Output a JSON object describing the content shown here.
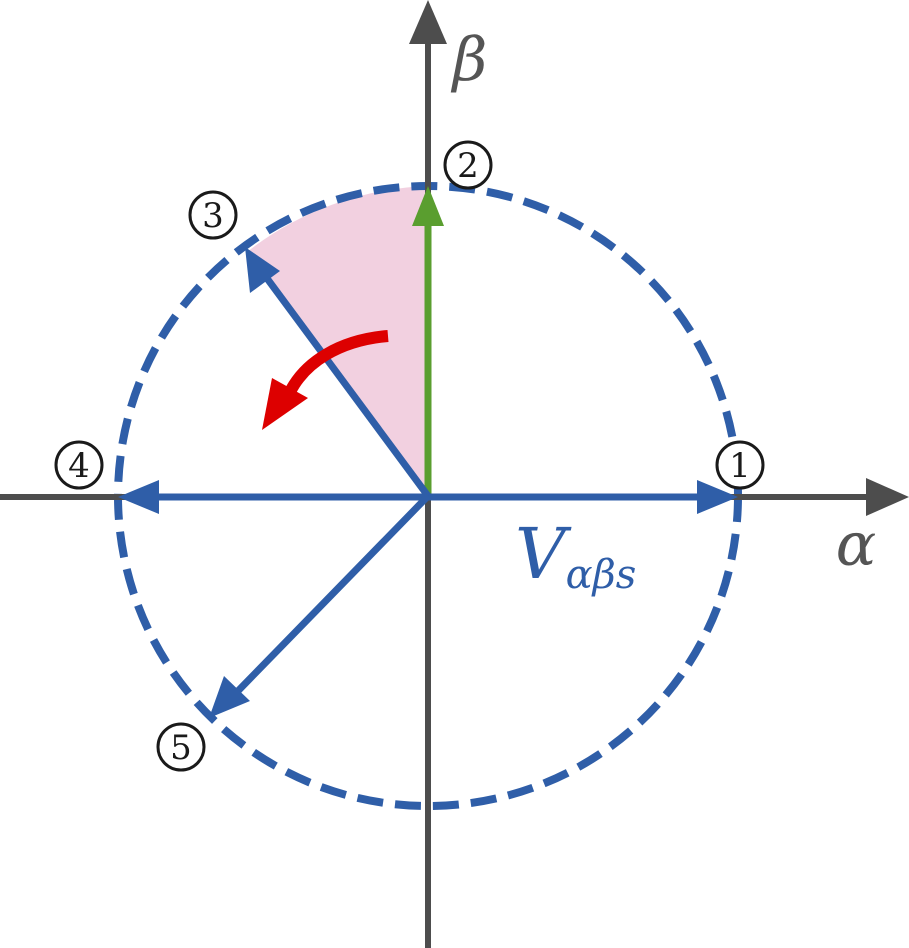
{
  "axes": {
    "horizontal_label": "α",
    "vertical_label": "β",
    "color": "#4d4d4d"
  },
  "vector_label": {
    "main": "V",
    "subscript": "αβs",
    "color": "#2f5ea8"
  },
  "markers": [
    {
      "id": "1",
      "text": "1"
    },
    {
      "id": "2",
      "text": "2"
    },
    {
      "id": "3",
      "text": "3"
    },
    {
      "id": "4",
      "text": "4"
    },
    {
      "id": "5",
      "text": "5"
    }
  ],
  "colors": {
    "vector": "#2f5ea8",
    "reference_vector": "#5a9e2f",
    "sector_fill": "#f2d0e0",
    "rotation_arrow": "#dd0000",
    "circle": "#2f5ea8"
  }
}
